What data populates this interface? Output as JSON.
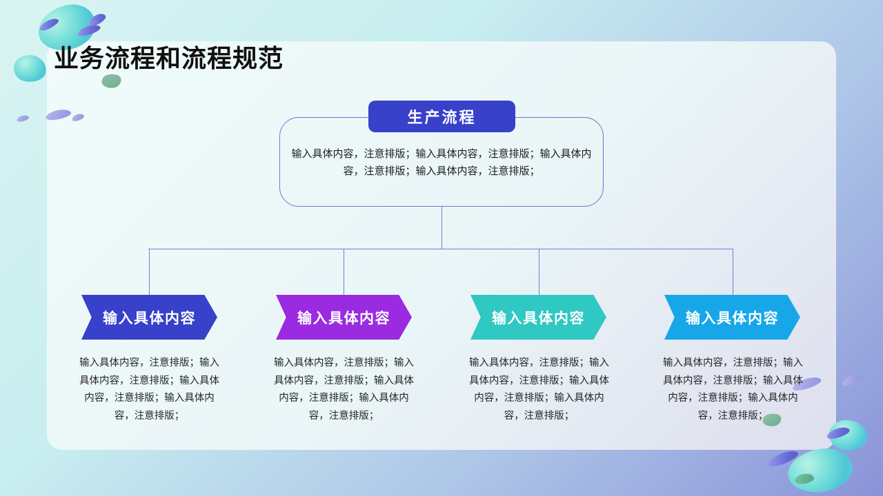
{
  "slide": {
    "title": "业务流程和流程规范",
    "background_colors": {
      "top_left": "#d9f4f2",
      "bottom_right": "#8a93d8",
      "card": "#eaf5f7"
    }
  },
  "diagram": {
    "connector_color": "#717ed4",
    "root": {
      "label": "生产流程",
      "color": "#3741c9",
      "description": "输入具体内容，注意排版；输入具体内容，注意排版；输入具体内容，注意排版；输入具体内容，注意排版；"
    },
    "branches": [
      {
        "label": "输入具体内容",
        "color": "#3741c9",
        "description": "输入具体内容，注意排版；输入具体内容，注意排版；输入具体内容，注意排版；输入具体内容，注意排版；"
      },
      {
        "label": "输入具体内容",
        "color": "#9a2be0",
        "description": "输入具体内容，注意排版；输入具体内容，注意排版；输入具体内容，注意排版；输入具体内容，注意排版；"
      },
      {
        "label": "输入具体内容",
        "color": "#2fc8c3",
        "description": "输入具体内容，注意排版；输入具体内容，注意排版；输入具体内容，注意排版；输入具体内容，注意排版；"
      },
      {
        "label": "输入具体内容",
        "color": "#17a7e9",
        "description": "输入具体内容，注意排版；输入具体内容，注意排版；输入具体内容，注意排版；输入具体内容，注意排版；"
      }
    ]
  }
}
